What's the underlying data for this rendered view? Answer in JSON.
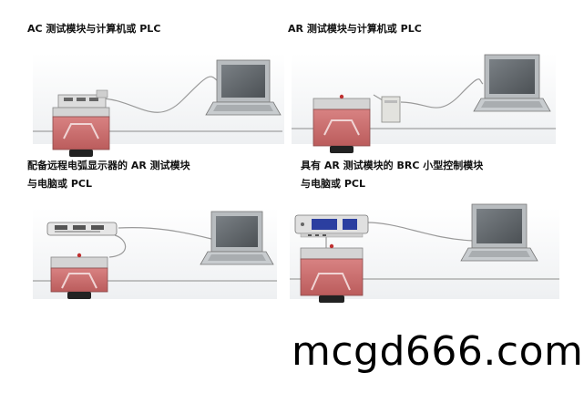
{
  "panels": {
    "ac": {
      "title": "AC 测试模块与计算机或 PLC"
    },
    "ar": {
      "title": "AR 测试模块与计算机或 PLC"
    },
    "remote": {
      "title_line1": "配备远程电弧显示器的 AR 测试模块",
      "title_line2": "与电脑或 PCL"
    },
    "brc": {
      "title_line1": "具有 AR 测试模块的 BRC 小型控制模块",
      "title_line2": "与电脑或 PCL"
    }
  },
  "watermark": "mcgd666.com",
  "colors": {
    "module_red": "#c86a6a",
    "module_gray": "#d4d4d4",
    "laptop_screen": "#5f6468",
    "laptop_body": "#b8bcbf",
    "cable": "#9a9a9a",
    "baseline": "#8c8c8c",
    "display_panel_blue": "#2b3fa0"
  }
}
